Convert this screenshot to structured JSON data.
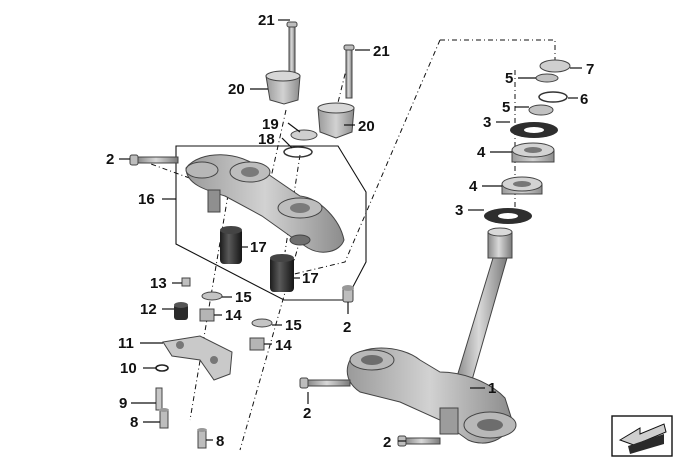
{
  "labels": {
    "p21a": "21",
    "p21b": "21",
    "p20a": "20",
    "p20b": "20",
    "p19": "19",
    "p18": "18",
    "p2_left": "2",
    "p16": "16",
    "p17a": "17",
    "p17b": "17",
    "p13": "13",
    "p12": "12",
    "p15a": "15",
    "p15b": "15",
    "p14a": "14",
    "p14b": "14",
    "p11": "11",
    "p10": "10",
    "p9": "9",
    "p8a": "8",
    "p8b": "8",
    "p2_mid": "2",
    "p2_low": "2",
    "p2_bottom": "2",
    "p1": "1",
    "p7": "7",
    "p6": "6",
    "p5a": "5",
    "p5b": "5",
    "p3a": "3",
    "p3b": "3",
    "p4a": "4",
    "p4b": "4"
  },
  "colors": {
    "part_light": "#c8c8c8",
    "part_mid": "#a9a9a9",
    "part_dark": "#6f6f6f",
    "part_black": "#2a2a2a",
    "ink": "#111111"
  },
  "icons": {
    "corner_logo": "view-direction-arrow-icon"
  }
}
